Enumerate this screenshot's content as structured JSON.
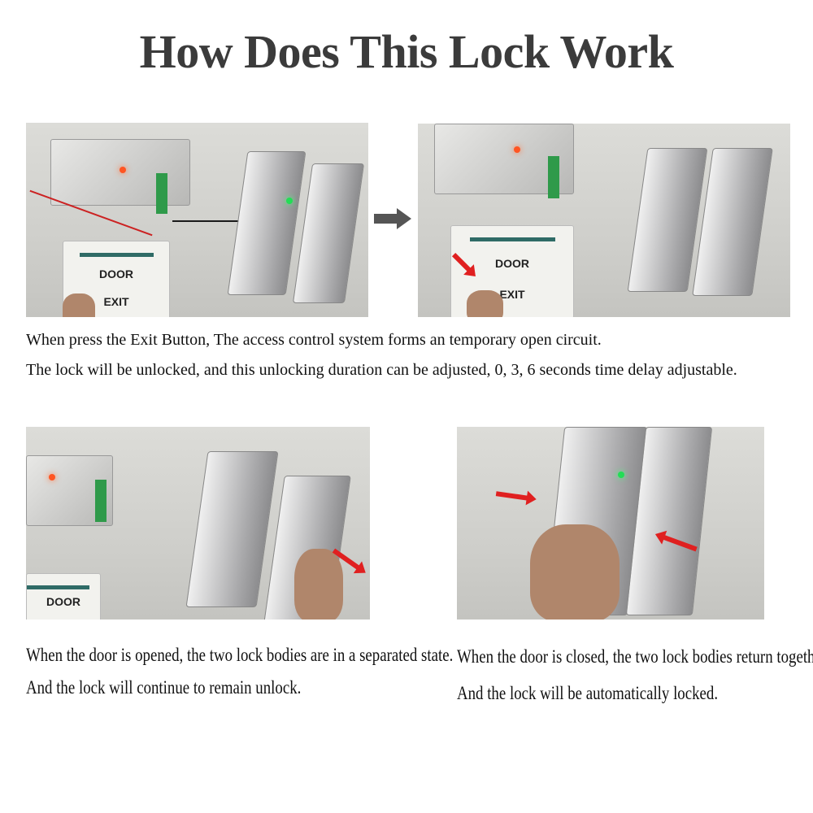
{
  "title": "How Does This Lock Work",
  "photo_labels": {
    "door": "DOOR",
    "exit": "EXIT"
  },
  "captions": {
    "top_line1": "When press the Exit Button, The access control system forms an temporary open circuit.",
    "top_line2": "The lock will be unlocked, and this unlocking duration can be adjusted, 0, 3, 6 seconds time delay adjustable.",
    "bottom_left_line1": "When the door is opened, the two lock bodies are in a separated state.",
    "bottom_left_line2": "And the lock will continue to remain unlock.",
    "bottom_right_line1": "When the door is closed, the two lock bodies return together.",
    "bottom_right_line2": "And the lock will be automatically locked."
  },
  "colors": {
    "title": "#3b3b3b",
    "arrow_red": "#e02020",
    "arrow_gray": "#555555",
    "led_green": "#22dd55",
    "led_red": "#ff5522"
  }
}
